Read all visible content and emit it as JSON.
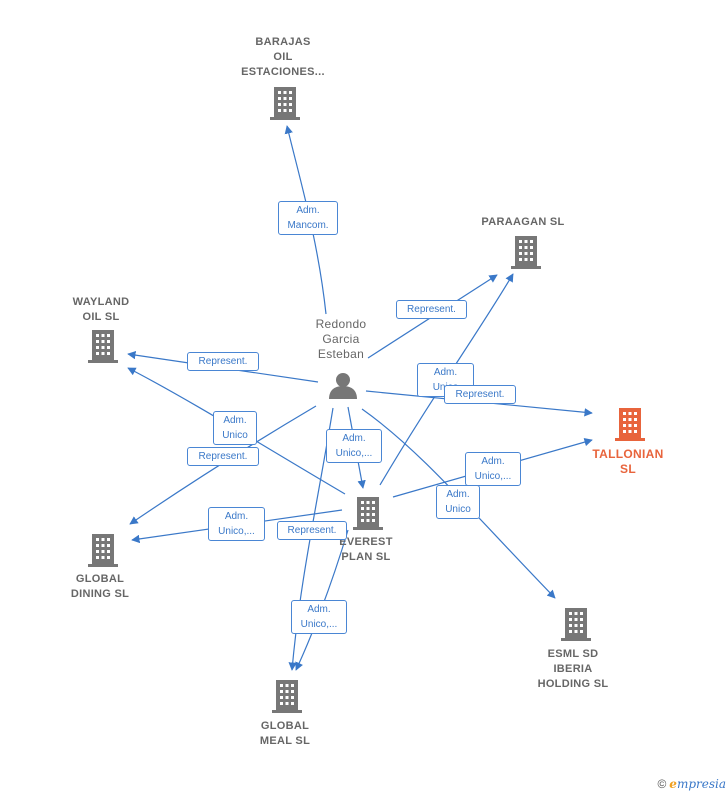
{
  "nodes": {
    "barajas": {
      "label": "BARAJAS\nOIL\nESTACIONES...",
      "icon": "building-icon"
    },
    "paraagan": {
      "label": "PARAAGAN  SL",
      "icon": "building-icon"
    },
    "wayland": {
      "label": "WAYLAND\nOIL  SL",
      "icon": "building-icon"
    },
    "person": {
      "label": "Redondo\nGarcia\nEsteban",
      "icon": "person-icon"
    },
    "tallonian": {
      "label": "TALLONIAN\nSL",
      "icon": "building-icon"
    },
    "everest": {
      "label": "EVEREST\nPLAN  SL",
      "icon": "building-icon"
    },
    "global_dining": {
      "label": "GLOBAL\nDINING  SL",
      "icon": "building-icon"
    },
    "esml": {
      "label": "ESML  SD\nIBERIA\nHOLDING  SL",
      "icon": "building-icon"
    },
    "global_meal": {
      "label": "GLOBAL\nMEAL  SL",
      "icon": "building-icon"
    }
  },
  "edges": {
    "e1": "Adm.\nMancom.",
    "e2": "Represent.",
    "e3": "Represent.",
    "e4": "Adm.\nUnico",
    "e5": "Represent.",
    "e6": "Adm.\nUnico",
    "e7": "Represent.",
    "e8": "Adm.\nUnico,...",
    "e9": "Adm.\nUnico,...",
    "e10": "Adm.\nUnico",
    "e11": "Adm.\nUnico,...",
    "e12": "Represent.",
    "e13": "Adm.\nUnico,..."
  },
  "colors": {
    "edge": "#3a78c8",
    "node": "#777777",
    "focus": "#e8643c"
  },
  "footer": {
    "copyright": "©",
    "brand_initial": "e",
    "brand_rest": "mpresia"
  }
}
